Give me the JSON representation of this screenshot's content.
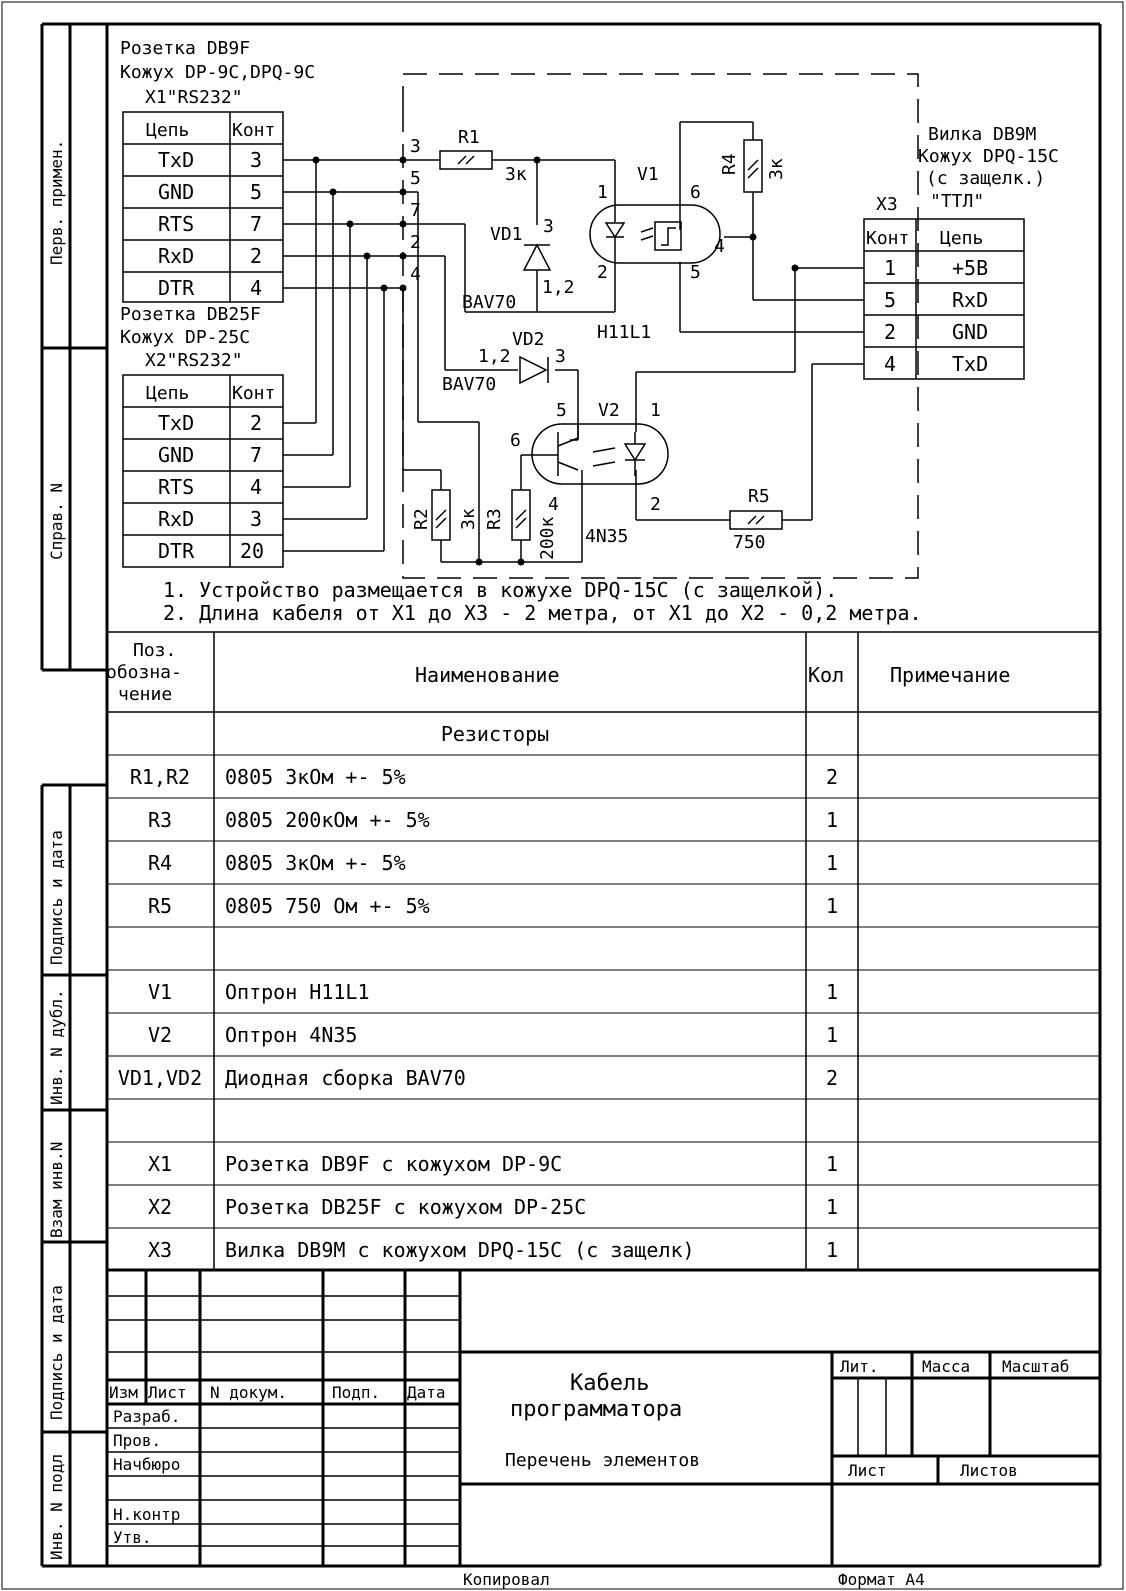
{
  "x1": {
    "title1": "Розетка DB9F",
    "title2": "Кожух DP-9C,DPQ-9C",
    "title3": "X1\"RS232\"",
    "head": [
      "Цепь",
      "Конт"
    ],
    "rows": [
      [
        "TxD",
        "3"
      ],
      [
        "GND",
        "5"
      ],
      [
        "RTS",
        "7"
      ],
      [
        "RxD",
        "2"
      ],
      [
        "DTR",
        "4"
      ]
    ]
  },
  "x2": {
    "title1": "Розетка DB25F",
    "title2": "Кожух DP-25C",
    "title3": "X2\"RS232\"",
    "head": [
      "Цепь",
      "Конт"
    ],
    "rows": [
      [
        "TxD",
        "2"
      ],
      [
        "GND",
        "7"
      ],
      [
        "RTS",
        "4"
      ],
      [
        "RxD",
        "3"
      ],
      [
        "DTR",
        "20"
      ]
    ]
  },
  "x3": {
    "title1": "Вилка DB9M",
    "title2": "Кожух DPQ-15C",
    "title3": "(с защелк.)",
    "title4": "\"ТТЛ\"",
    "label": "X3",
    "head": [
      "Конт",
      "Цепь"
    ],
    "rows": [
      [
        "1",
        "+5В"
      ],
      [
        "5",
        "RxD"
      ],
      [
        "2",
        "GND"
      ],
      [
        "4",
        "TxD"
      ]
    ]
  },
  "schematic": {
    "r1": "R1",
    "r1v": "3к",
    "r2": "R2",
    "r2v": "3к",
    "r3": "R3",
    "r3v": "200к",
    "r4": "R4",
    "r4v": "3к",
    "r5": "R5",
    "r5v": "750",
    "v1": "V1",
    "v1type": "H11L1",
    "v2": "V2",
    "v2type": "4N35",
    "vd1": "VD1",
    "vd1type": "BAV70",
    "vd1pins": "1,2",
    "vd1p3": "3",
    "vd2": "VD2",
    "vd2type": "BAV70",
    "vd2pins": "1,2",
    "vd2p3": "3",
    "pin_labels": [
      "3",
      "5",
      "7",
      "2",
      "4"
    ],
    "v1pins": [
      "1",
      "2",
      "6",
      "4",
      "5"
    ],
    "v2pins": [
      "5",
      "1",
      "6",
      "2",
      "4"
    ]
  },
  "notes": [
    "1. Устройство размещается в кожухе DPQ-15C (с защелкой).",
    "2. Длина кабеля от X1 до X3 - 2 метра, от X1 до X2 - 0,2 метра."
  ],
  "bom": {
    "head": [
      "Поз.",
      "обозна-",
      "чение",
      "Наименование",
      "Кол",
      "Примечание"
    ],
    "rows": [
      [
        "",
        "Резисторы",
        "",
        ""
      ],
      [
        "R1,R2",
        "0805 3кОм +- 5%",
        "2",
        ""
      ],
      [
        "R3",
        "0805 200кОм +- 5%",
        "1",
        ""
      ],
      [
        "R4",
        "0805 3кОм +- 5%",
        "1",
        ""
      ],
      [
        "R5",
        "0805 750 Ом +- 5%",
        "1",
        ""
      ],
      [
        "",
        "",
        "",
        ""
      ],
      [
        "V1",
        "Оптрон H11L1",
        "1",
        ""
      ],
      [
        "V2",
        "Оптрон 4N35",
        "1",
        ""
      ],
      [
        "VD1,VD2",
        "Диодная сборка BAV70",
        "2",
        ""
      ],
      [
        "",
        "",
        "",
        ""
      ],
      [
        "X1",
        "Розетка DB9F с кожухом DP-9C",
        "1",
        ""
      ],
      [
        "X2",
        "Розетка DB25F с кожухом DP-25C",
        "1",
        ""
      ],
      [
        "X3",
        "Вилка DB9M с кожухом DPQ-15C (с защелк)",
        "1",
        ""
      ]
    ]
  },
  "margin": [
    "Перв. примен.",
    "Справ. N",
    "Подпись и дата",
    "Инв. N дубл.",
    "Взам инв.N",
    "Подпись и дата",
    "Инв. N подл"
  ],
  "stamp": {
    "cols": [
      "Изм",
      "Лист",
      "N докум.",
      "Подп.",
      "Дата"
    ],
    "roles": [
      "Разраб.",
      "Пров.",
      "Начбюро",
      "",
      "Н.контр",
      "Утв."
    ],
    "title1": "Кабель",
    "title2": "программатора",
    "subtitle": "Перечень элементов",
    "lit": "Лит.",
    "mass": "Масса",
    "scale": "Масштаб",
    "sheet": "Лист",
    "sheets": "Листов"
  },
  "footer": {
    "copied": "Копировал",
    "format": "Формат А4"
  }
}
